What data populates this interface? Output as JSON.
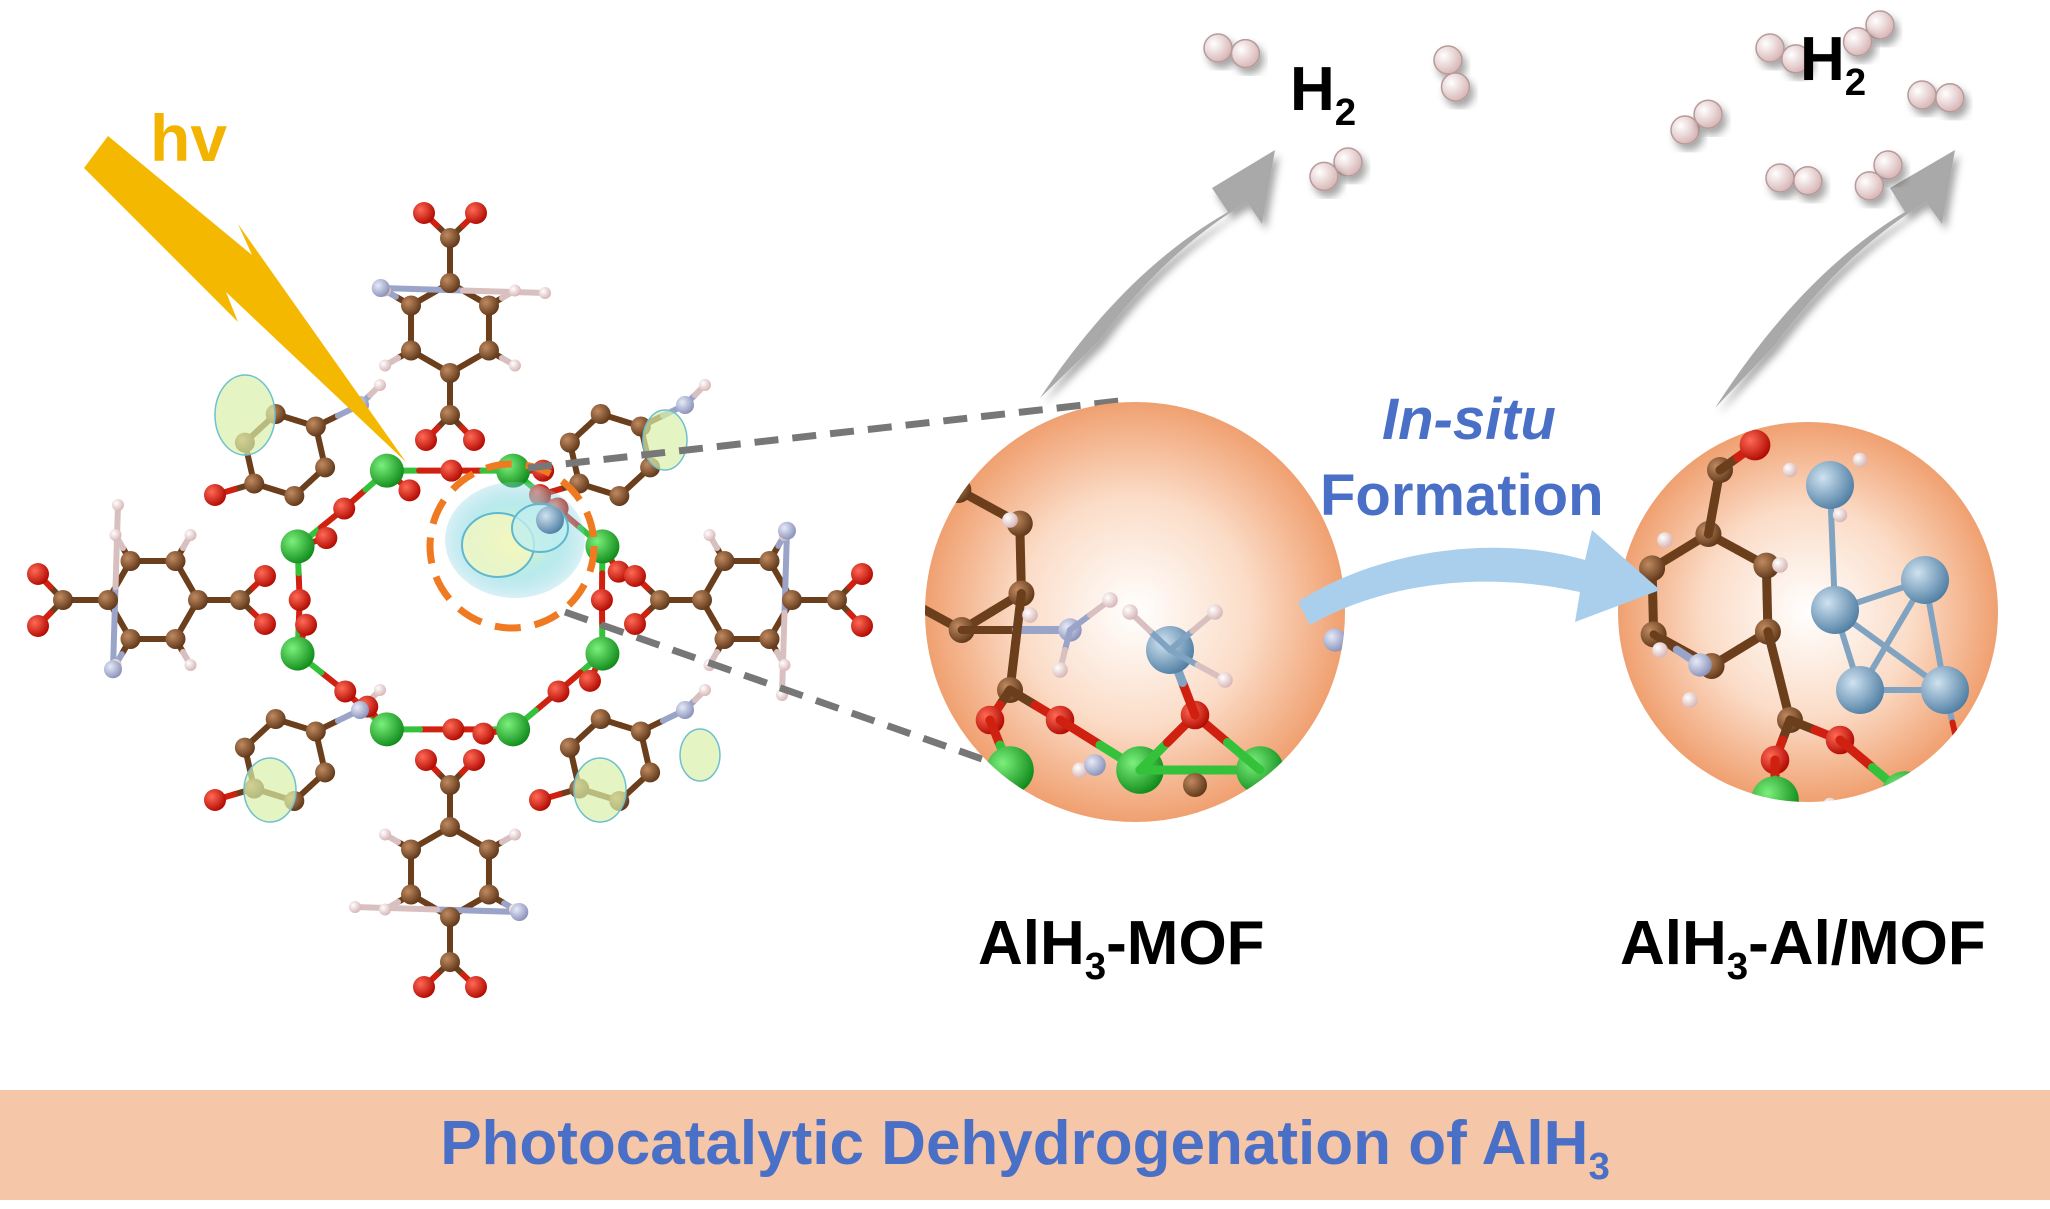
{
  "labels": {
    "light": "hv",
    "h2_left": {
      "main": "H",
      "sub": "2"
    },
    "h2_right": {
      "main": "H",
      "sub": "2"
    },
    "insitu": "In-situ",
    "formation": "Formation",
    "product_left": {
      "pre": "AlH",
      "sub": "3",
      "post": "-MOF"
    },
    "product_right": {
      "pre": "AlH",
      "sub": "3",
      "post": "-Al/MOF"
    }
  },
  "banner": {
    "pre": "Photocatalytic Dehydrogenation of AlH",
    "sub": "3"
  },
  "colors": {
    "carbon": "#7a4a26",
    "oxygen": "#e01b10",
    "nitrogen": "#a9b2d8",
    "hydrogen": "#f2d6d6",
    "zirconium": "#1fb52b",
    "aluminum": "#7fa8c8",
    "lightning": "#f5b800",
    "text_blue": "#4a6fc6",
    "banner": "#f6c6a8",
    "sphere": "#f4a476",
    "arrow_gray": "#a9a9a9",
    "arrow_blue": "#a9cfec"
  }
}
